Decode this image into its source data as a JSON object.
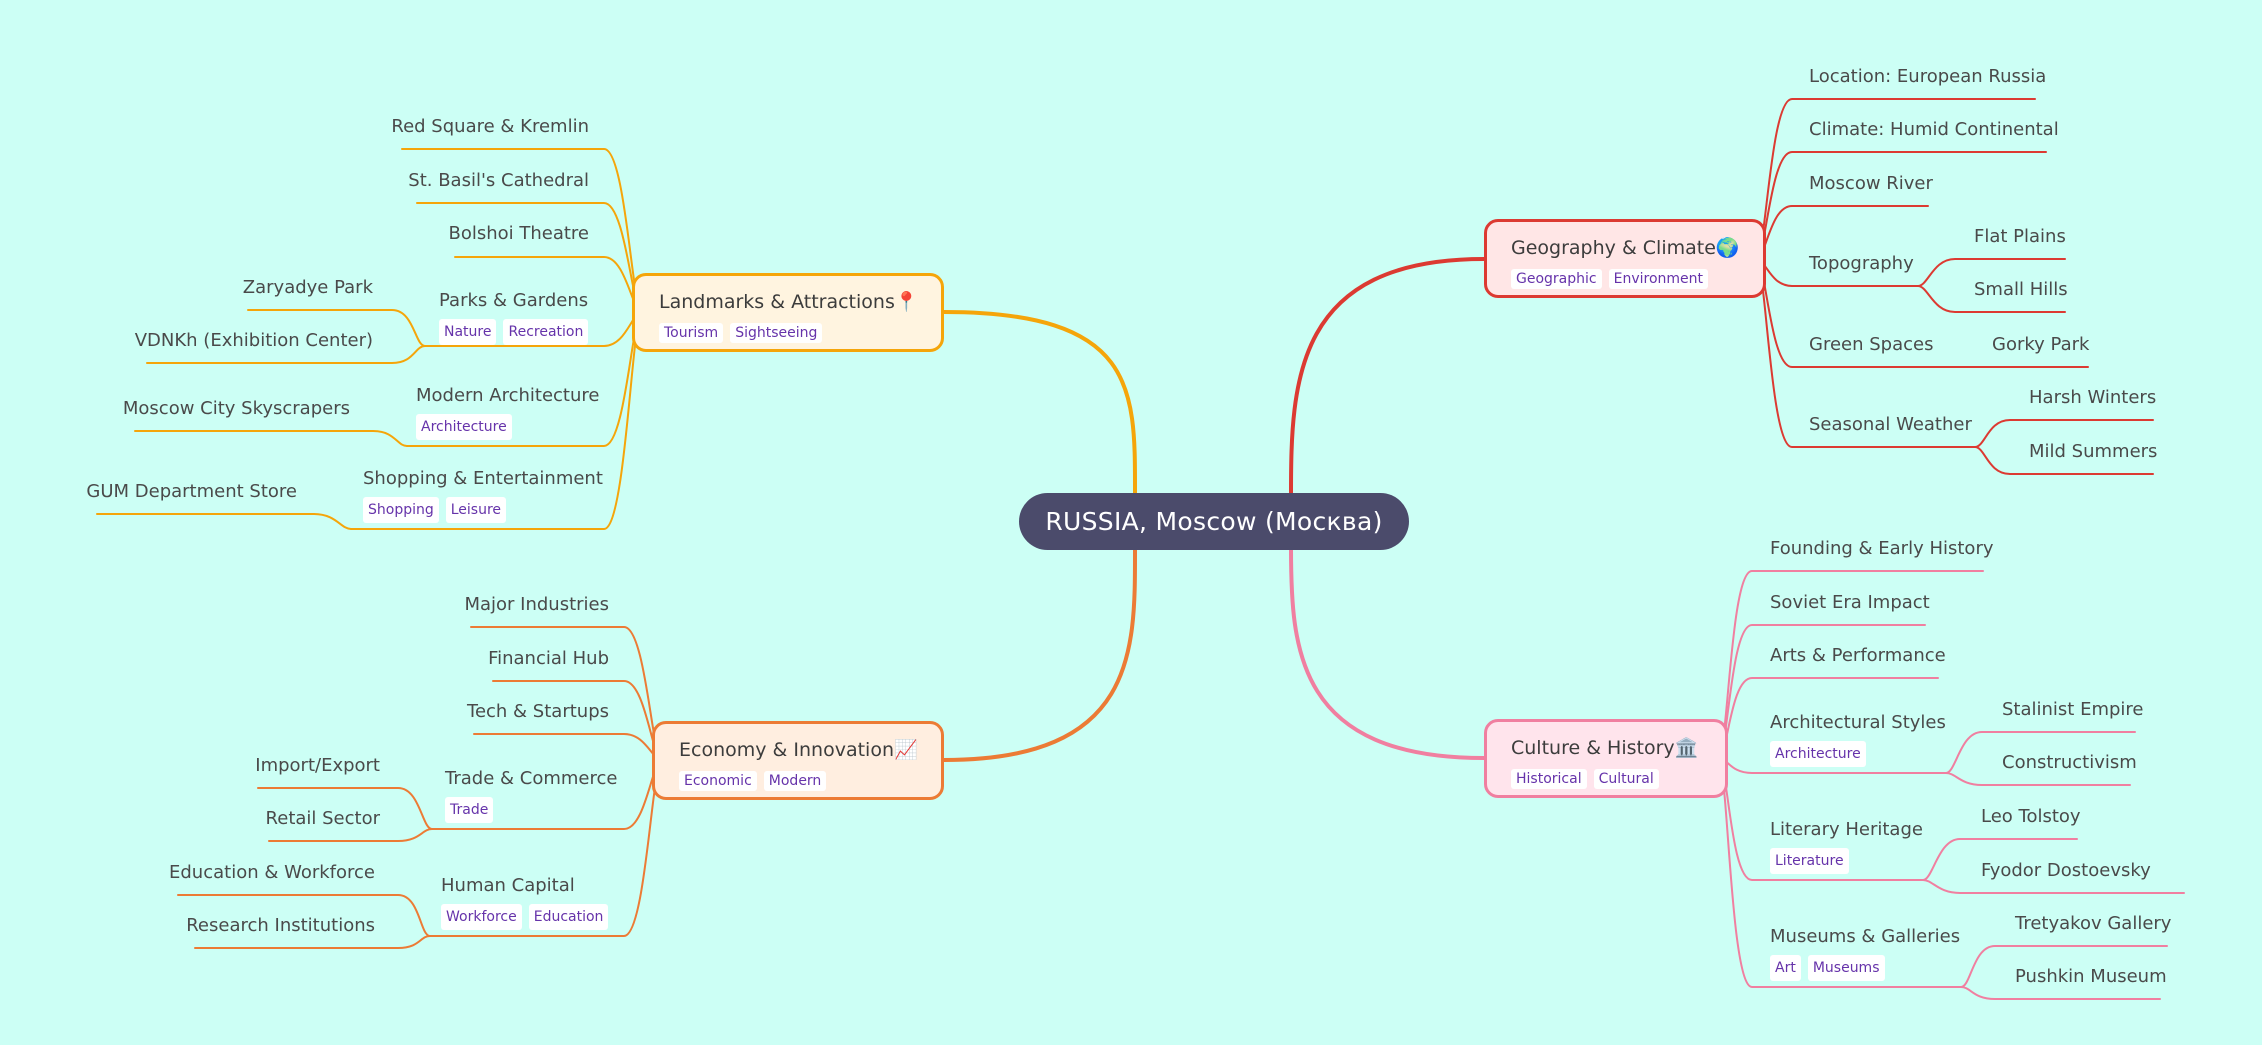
{
  "root": {
    "label": "RUSSIA, Moscow (Москва)"
  },
  "colors": {
    "landmarks": "#f5a50a",
    "economy": "#ec7b35",
    "geography": "#dc3a32",
    "culture": "#f07fa0",
    "tag_text": "#6633aa",
    "root_bg": "#4b4b6b"
  },
  "branches": {
    "landmarks": {
      "title": "Landmarks & Attractions📍",
      "tags": [
        "Tourism",
        "Sightseeing"
      ],
      "children": {
        "red_square": "Red Square & Kremlin",
        "st_basil": "St. Basil's Cathedral",
        "bolshoi": "Bolshoi Theatre",
        "parks": {
          "label": "Parks & Gardens",
          "tags": [
            "Nature",
            "Recreation"
          ],
          "children": [
            "Zaryadye Park",
            "VDNKh (Exhibition Center)"
          ]
        },
        "modern_arch": {
          "label": "Modern Architecture",
          "tags": [
            "Architecture"
          ],
          "children": [
            "Moscow City Skyscrapers"
          ]
        },
        "shopping": {
          "label": "Shopping & Entertainment",
          "tags": [
            "Shopping",
            "Leisure"
          ],
          "children": [
            "GUM Department Store"
          ]
        }
      }
    },
    "economy": {
      "title": "Economy & Innovation📈",
      "tags": [
        "Economic",
        "Modern"
      ],
      "children": {
        "industries": "Major Industries",
        "financial": "Financial Hub",
        "tech": "Tech & Startups",
        "trade": {
          "label": "Trade & Commerce",
          "tags": [
            "Trade"
          ],
          "children": [
            "Import/Export",
            "Retail Sector"
          ]
        },
        "human": {
          "label": "Human Capital",
          "tags": [
            "Workforce",
            "Education"
          ],
          "children": [
            "Education & Workforce",
            "Research Institutions"
          ]
        }
      }
    },
    "geography": {
      "title": "Geography & Climate🌍",
      "tags": [
        "Geographic",
        "Environment"
      ],
      "children": {
        "location": "Location: European Russia",
        "climate": "Climate: Humid Continental",
        "river": "Moscow River",
        "topography": {
          "label": "Topography",
          "children": [
            "Flat Plains",
            "Small Hills"
          ]
        },
        "green": {
          "label": "Green Spaces",
          "children": [
            "Gorky Park"
          ]
        },
        "seasonal": {
          "label": "Seasonal Weather",
          "children": [
            "Harsh Winters",
            "Mild Summers"
          ]
        }
      }
    },
    "culture": {
      "title": "Culture & History🏛️",
      "tags": [
        "Historical",
        "Cultural"
      ],
      "children": {
        "founding": "Founding & Early History",
        "soviet": "Soviet Era Impact",
        "arts": "Arts & Performance",
        "arch_styles": {
          "label": "Architectural Styles",
          "tags": [
            "Architecture"
          ],
          "children": [
            "Stalinist Empire",
            "Constructivism"
          ]
        },
        "literary": {
          "label": "Literary Heritage",
          "tags": [
            "Literature"
          ],
          "children": [
            "Leo Tolstoy",
            "Fyodor Dostoevsky"
          ]
        },
        "museums": {
          "label": "Museums & Galleries",
          "tags": [
            "Art",
            "Museums"
          ],
          "children": [
            "Tretyakov Gallery",
            "Pushkin Museum"
          ]
        }
      }
    }
  }
}
